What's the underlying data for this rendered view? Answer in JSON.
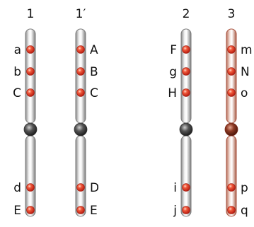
{
  "colors": {
    "gray_chromosome_edge": "#7a7a7a",
    "red_chromosome_edge": "#a8503c",
    "gene_dot": "#e03020",
    "centromere_gray": "#333333",
    "centromere_red": "#7a2818"
  },
  "chromosomes": [
    {
      "number": "1",
      "tint": "gray",
      "labels_side": "left",
      "upper_genes": [
        "a",
        "b",
        "C"
      ],
      "lower_genes": [
        "d",
        "E"
      ]
    },
    {
      "number": "1′",
      "tint": "gray",
      "labels_side": "right",
      "upper_genes": [
        "A",
        "B",
        "C"
      ],
      "lower_genes": [
        "D",
        "E"
      ]
    },
    {
      "number": "2",
      "tint": "gray",
      "labels_side": "left",
      "upper_genes": [
        "F",
        "g",
        "H"
      ],
      "lower_genes": [
        "i",
        "j"
      ]
    },
    {
      "number": "3",
      "tint": "red",
      "labels_side": "right",
      "upper_genes": [
        "m",
        "N",
        "o"
      ],
      "lower_genes": [
        "p",
        "q"
      ]
    }
  ]
}
